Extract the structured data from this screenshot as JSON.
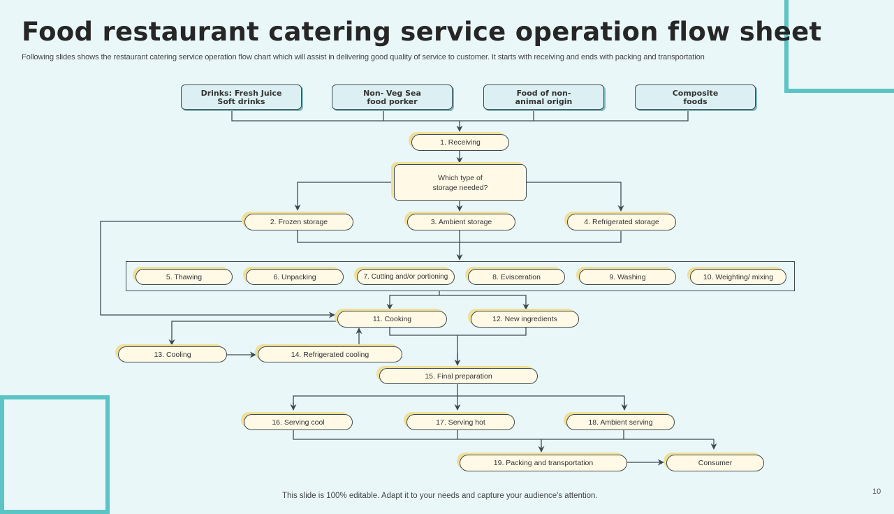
{
  "header": {
    "title": "Food restaurant catering service operation flow sheet",
    "subtitle": "Following slides shows the restaurant catering service operation flow chart which will assist in  delivering good quality of service to  customer. It starts with receiving and ends with packing and transportation"
  },
  "sources": [
    {
      "line1": "Drinks: Fresh Juice",
      "line2": "Soft drinks"
    },
    {
      "line1": "Non- Veg Sea",
      "line2": "food porker"
    },
    {
      "line1": "Food of non-",
      "line2": "animal origin"
    },
    {
      "line1": "Composite",
      "line2": "foods"
    }
  ],
  "decision": {
    "line1": "Which type of",
    "line2": "storage needed?"
  },
  "steps": {
    "s1": "1. Receiving",
    "s2": "2. Frozen storage",
    "s3": "3. Ambient storage",
    "s4": "4. Refrigerated storage",
    "s5": "5. Thawing",
    "s6": "6. Unpacking",
    "s7": "7. Cutting  and/or portioning",
    "s8": "8. Evisceration",
    "s9": "9. Washing",
    "s10": "10. Weighting/ mixing",
    "s11": "11. Cooking",
    "s12": "12. New ingredients",
    "s13": "13. Cooling",
    "s14": "14. Refrigerated cooling",
    "s15": "15. Final preparation",
    "s16": "16. Serving cool",
    "s17": "17. Serving hot",
    "s18": "18. Ambient serving",
    "s19": "19. Packing  and transportation",
    "consumer": "Consumer"
  },
  "footer": {
    "note": "This slide is 100% editable. Adapt it to your needs and capture your audience's attention.",
    "page_number": "10"
  },
  "colors": {
    "accent_teal": "#5bc4c4",
    "background": "#eaf7f9",
    "pill_fill": "#fff9e6",
    "pill_highlight": "#f0df99",
    "source_fill": "#dcf0f3",
    "line": "#3d4a4f"
  }
}
